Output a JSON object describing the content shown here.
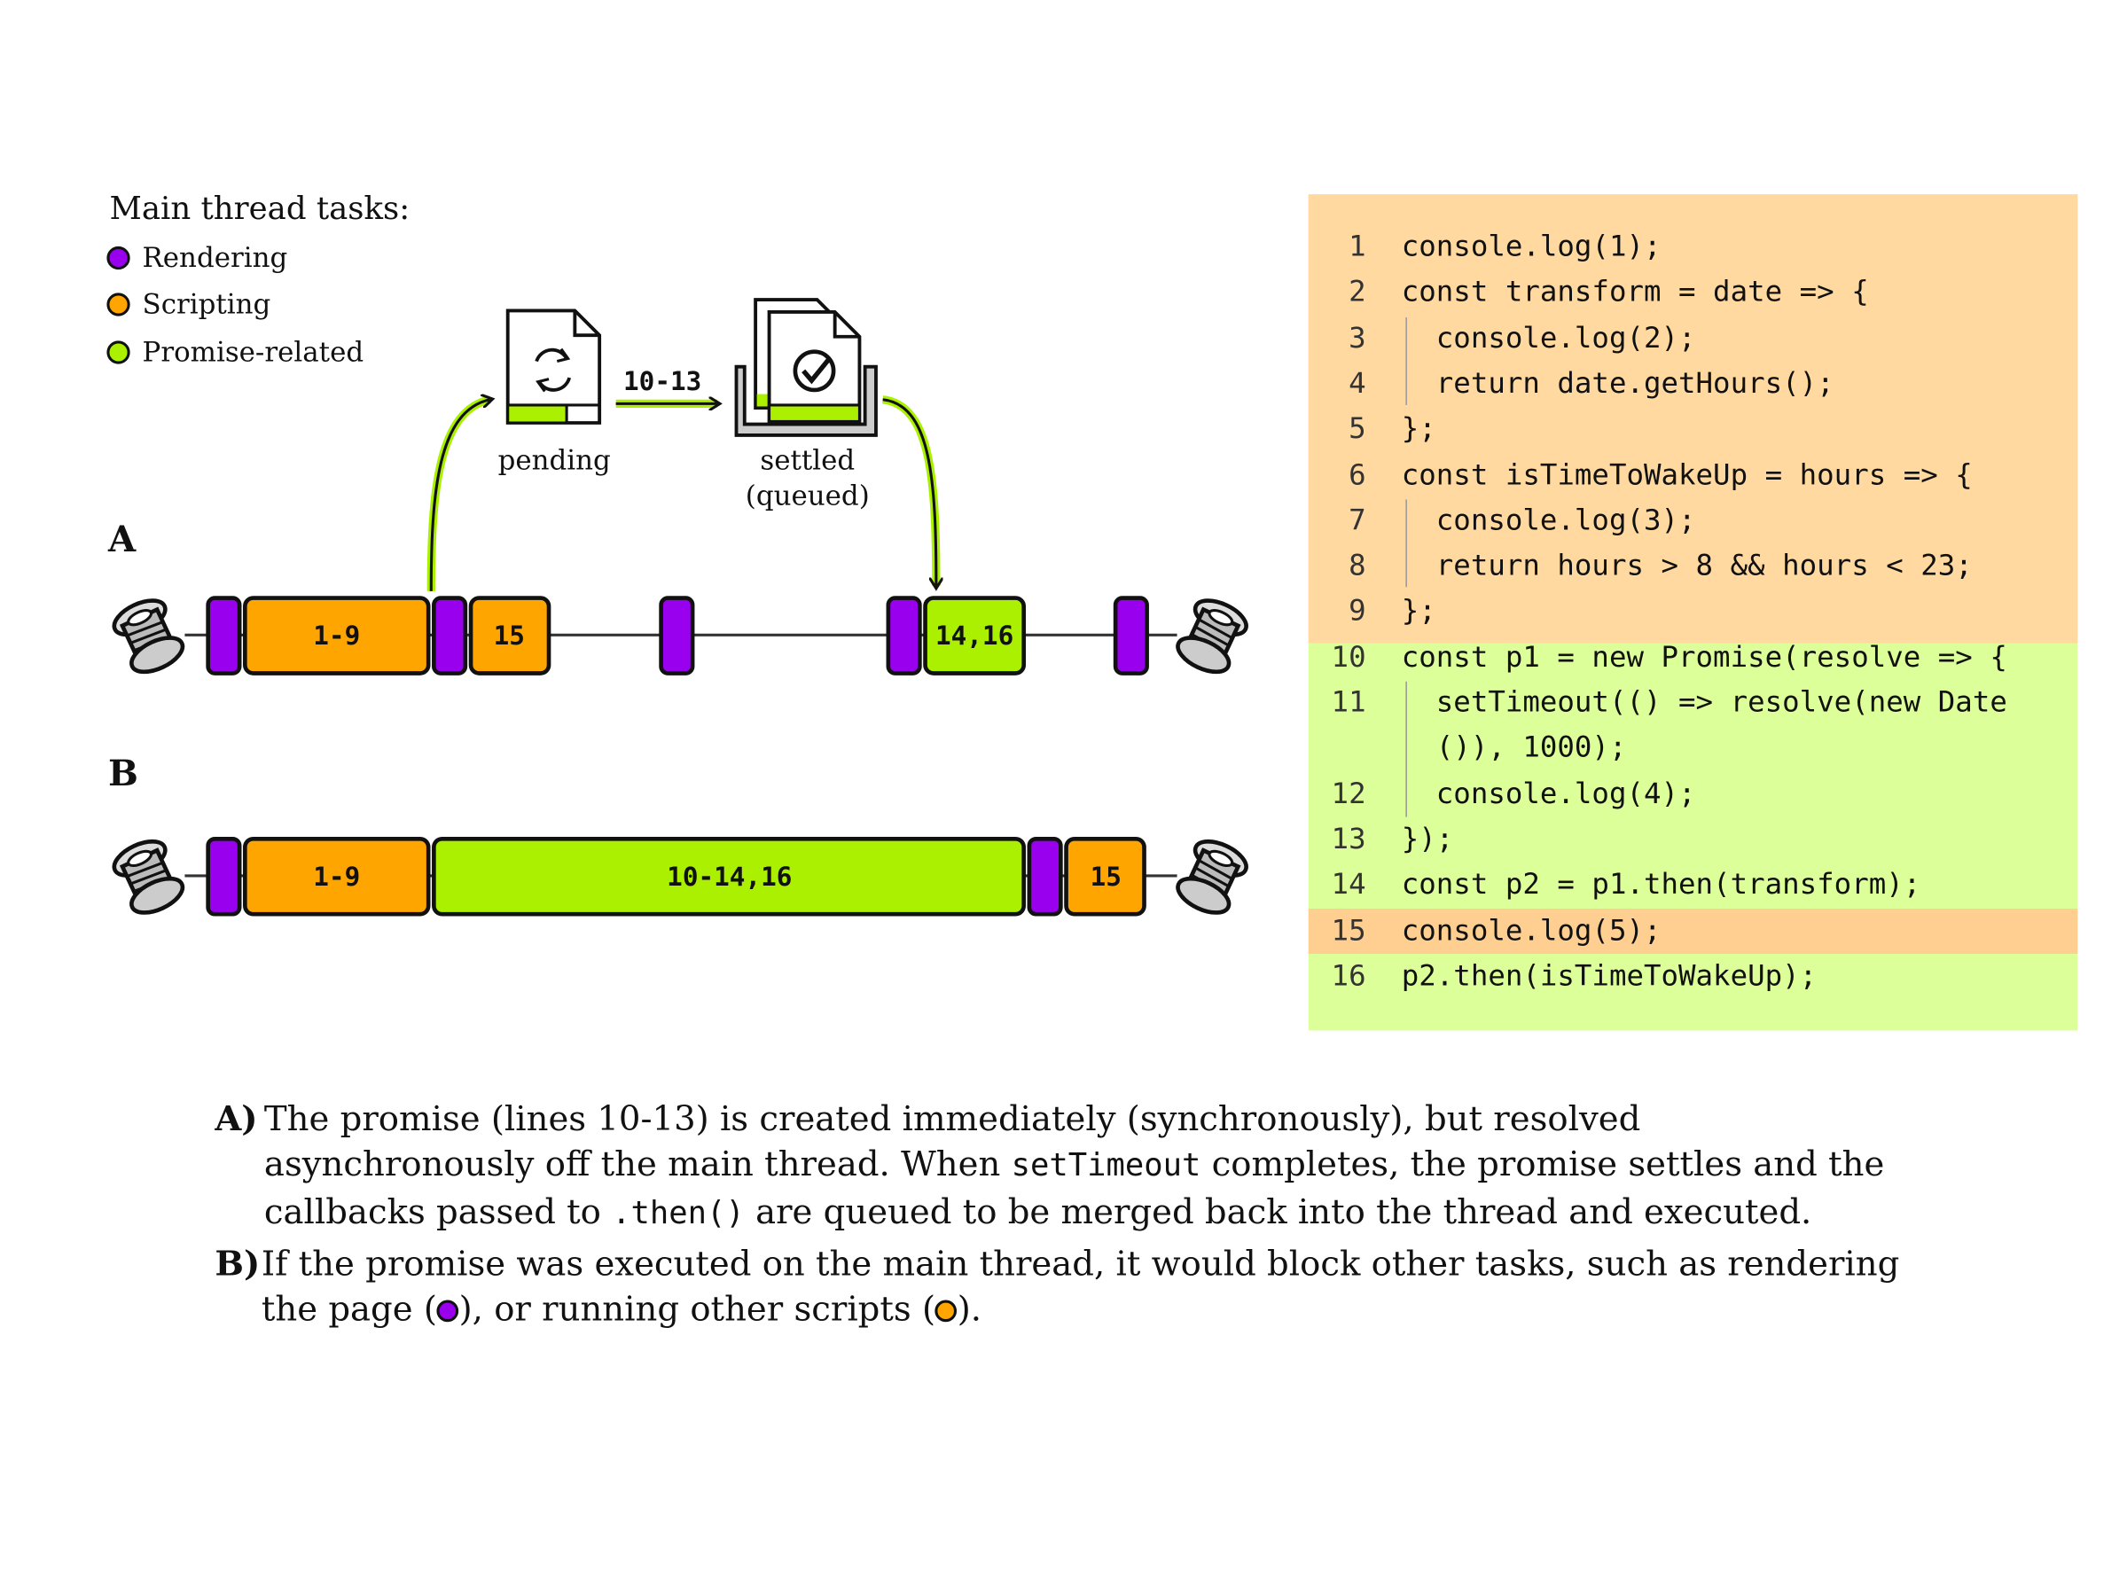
{
  "legend": {
    "title": "Main thread tasks:",
    "items": [
      {
        "label": "Rendering",
        "color": "#9900ee"
      },
      {
        "label": "Scripting",
        "color": "#ffa500"
      },
      {
        "label": "Promise-related",
        "color": "#aaf000"
      }
    ]
  },
  "rows": {
    "a": {
      "letter": "A",
      "tasks": [
        {
          "kind": "script",
          "label": "1-9"
        },
        {
          "kind": "script",
          "label": "15"
        },
        {
          "kind": "promise",
          "label": "14,16"
        }
      ]
    },
    "b": {
      "letter": "B",
      "tasks": [
        {
          "kind": "script",
          "label": "1-9"
        },
        {
          "kind": "promise",
          "label": "10-14,16"
        },
        {
          "kind": "script",
          "label": "15"
        }
      ]
    }
  },
  "promise_flow": {
    "pending_label": "pending",
    "transition_label": "10-13",
    "settled_label_1": "settled",
    "settled_label_2": "(queued)"
  },
  "code": {
    "lines": [
      {
        "n": "1",
        "text": "console.log(1);",
        "hl": "script"
      },
      {
        "n": "2",
        "text": "const transform = date => {",
        "hl": "script"
      },
      {
        "n": "3",
        "text": "  console.log(2);",
        "hl": "script"
      },
      {
        "n": "4",
        "text": "  return date.getHours();",
        "hl": "script"
      },
      {
        "n": "5",
        "text": "};",
        "hl": "script"
      },
      {
        "n": "6",
        "text": "const isTimeToWakeUp = hours => {",
        "hl": "script"
      },
      {
        "n": "7",
        "text": "  console.log(3);",
        "hl": "script"
      },
      {
        "n": "8",
        "text": "  return hours > 8 && hours < 23;",
        "hl": "script"
      },
      {
        "n": "9",
        "text": "};",
        "hl": "script"
      },
      {
        "n": "10",
        "text": "const p1 = new Promise(resolve => {",
        "hl": "promise"
      },
      {
        "n": "11",
        "text": "  setTimeout(() => resolve(new Date",
        "hl": "promise"
      },
      {
        "n": "",
        "text": "  ()), 1000);",
        "hl": "promise"
      },
      {
        "n": "12",
        "text": "  console.log(4);",
        "hl": "promise"
      },
      {
        "n": "13",
        "text": "});",
        "hl": "promise"
      },
      {
        "n": "14",
        "text": "const p2 = p1.then(transform);",
        "hl": "promise"
      },
      {
        "n": "15",
        "text": "console.log(5);",
        "hl": "script-line"
      },
      {
        "n": "16",
        "text": "p2.then(isTimeToWakeUp);",
        "hl": "promise"
      }
    ],
    "colors": {
      "script": "#ffd9a0",
      "script_line": "#ffcf92",
      "promise": "#ddff99"
    }
  },
  "notes": {
    "a": {
      "tag": "A)",
      "t1": "The promise (lines 10-13) is created immediately (synchronously), but resolved asynchronously off the main thread. When ",
      "c1": "setTimeout",
      "t2": " completes, the promise settles and the callbacks passed to ",
      "c2": ".then()",
      "t3": " are queued to be merged back into the thread and executed."
    },
    "b": {
      "tag": "B)",
      "t1": "If the promise was executed on the main thread, it would block other tasks, such as rendering the page (",
      "t2": "), or running other scripts (",
      "t3": ")."
    }
  }
}
